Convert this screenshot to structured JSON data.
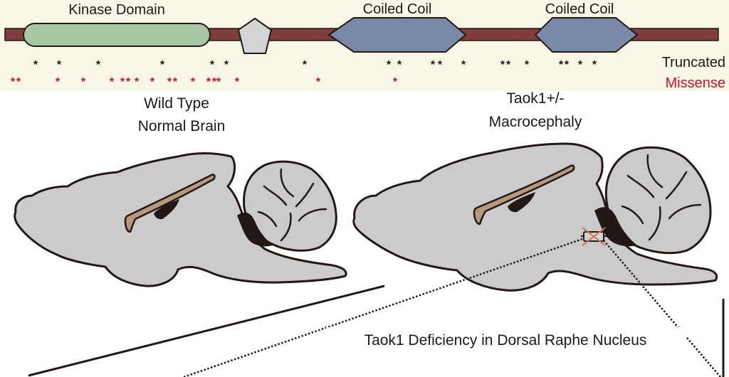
{
  "colors": {
    "header_bg": "#fbf7e6",
    "backbone": "#7f3d3d",
    "kinase": "#a8c8a5",
    "pentagon": "#d3d4d6",
    "coiled": "#7a8aa6",
    "brain": "#cbcbcb",
    "ventricle": "#b59a7e",
    "dark": "#231815",
    "truncated": "#1a1a1a",
    "missense": "#c8102e"
  },
  "domains": {
    "kinase_label": "Kinase Domain",
    "coiled1_label": "Coiled Coil",
    "coiled2_label": "Coiled Coil"
  },
  "legend": {
    "truncated_label": "Truncated",
    "missense_label": "Missense"
  },
  "brains": {
    "wt_line1": "Wild Type",
    "wt_line2": "Normal Brain",
    "mut_line1": "Taok1+/-",
    "mut_line2": "Macrocephaly"
  },
  "caption": "Taok1 Deficiency in Dorsal Raphe Nucleus",
  "mutation_marks": {
    "truncated_glyph": "*",
    "missense_glyph": "*"
  }
}
